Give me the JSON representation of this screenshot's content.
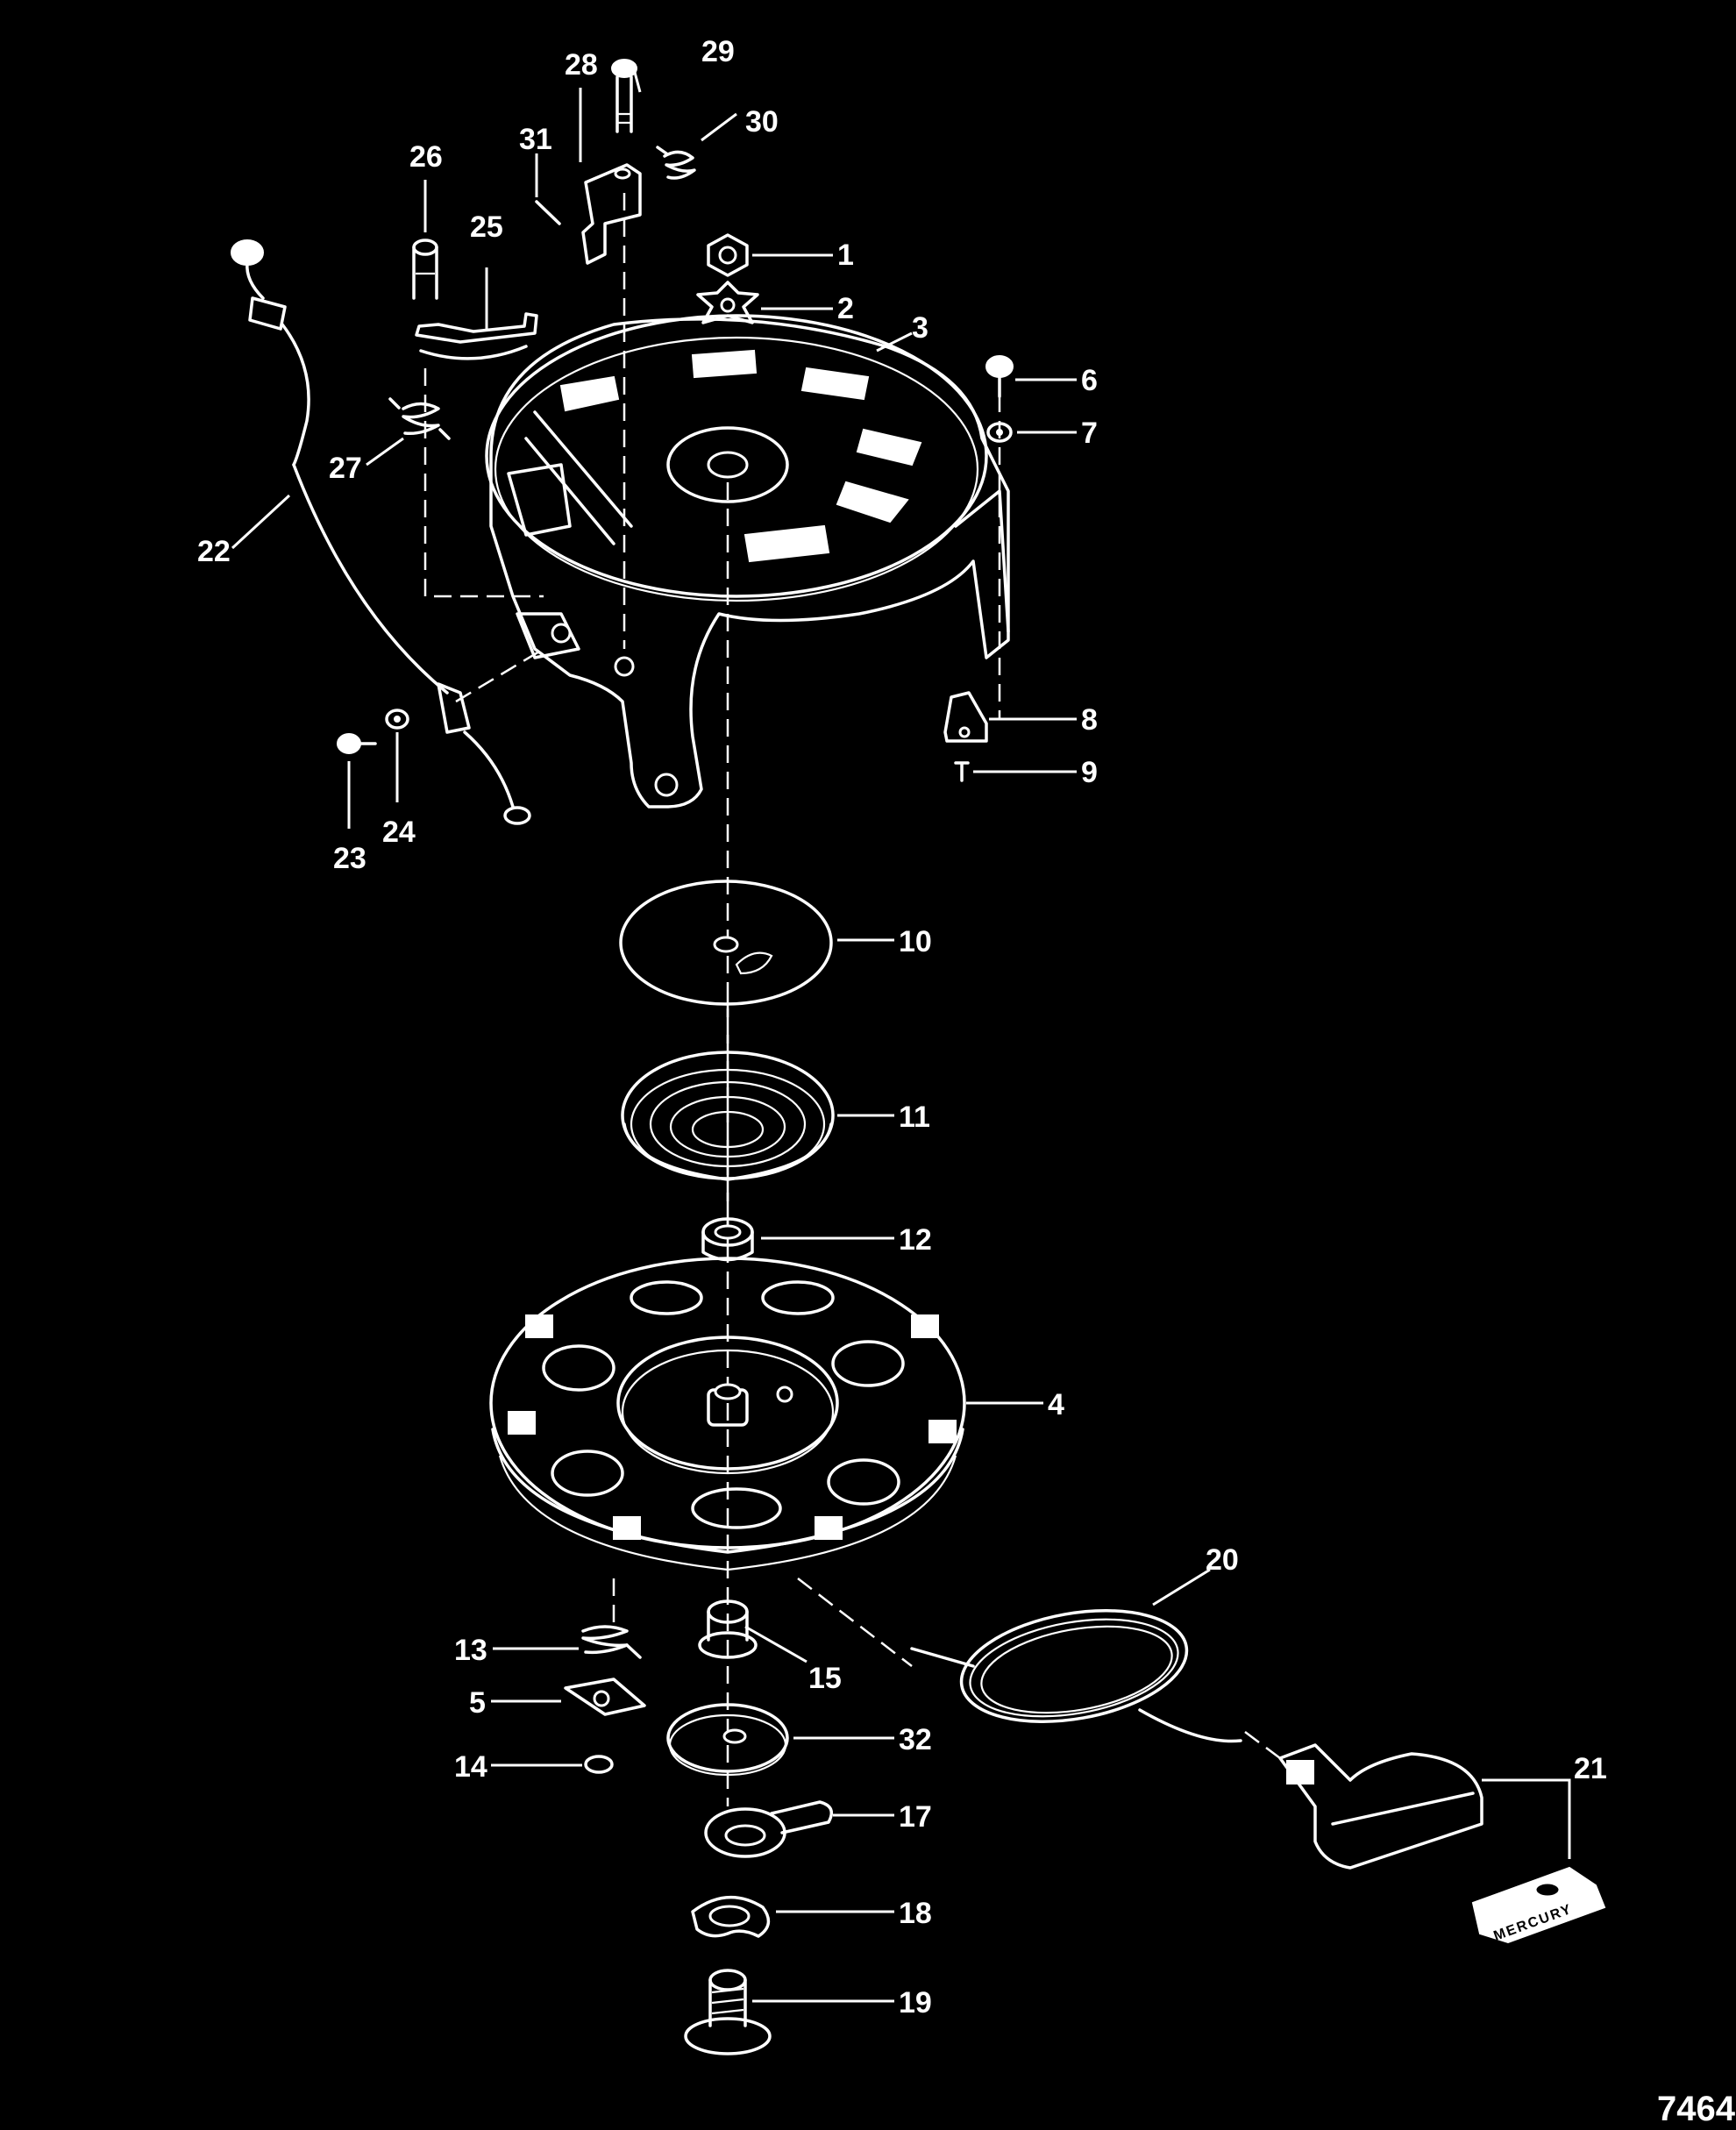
{
  "figure_number": "7464",
  "handle_brand_text": "MERCURY",
  "callouts": {
    "c1": "1",
    "c2": "2",
    "c3": "3",
    "c4": "4",
    "c5": "5",
    "c6": "6",
    "c7": "7",
    "c8": "8",
    "c9": "9",
    "c10": "10",
    "c11": "11",
    "c12": "12",
    "c13": "13",
    "c14": "14",
    "c15": "15",
    "c17": "17",
    "c18": "18",
    "c19": "19",
    "c20": "20",
    "c21": "21",
    "c22": "22",
    "c23": "23",
    "c24": "24",
    "c25": "25",
    "c26": "26",
    "c27": "27",
    "c28": "28",
    "c29": "29",
    "c30": "30",
    "c31": "31",
    "c32": "32"
  }
}
